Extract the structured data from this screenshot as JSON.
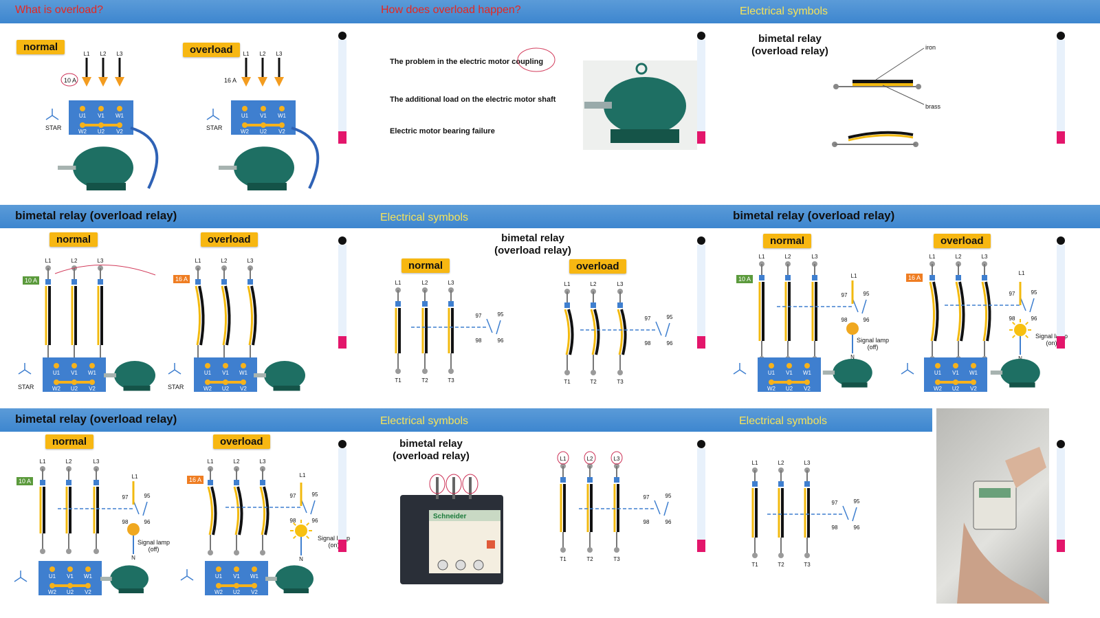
{
  "panels": {
    "p1": {
      "title": "What is overload?",
      "normal": "normal",
      "overload": "overload",
      "amp_normal": "10 A",
      "amp_overload": "16 A",
      "star": "STAR",
      "lines": [
        "L1",
        "L2",
        "L3"
      ],
      "terminals_top": [
        "U1",
        "V1",
        "W1"
      ],
      "terminals_bot": [
        "W2",
        "U2",
        "V2"
      ]
    },
    "p2": {
      "title": "How does overload happen?",
      "reasons": [
        "The problem in the electric motor coupling",
        "The additional load on the electric motor shaft",
        "Electric motor bearing failure"
      ]
    },
    "p3": {
      "title": "Electrical symbols",
      "relay_title": "bimetal relay\n(overload relay)",
      "iron": "iron",
      "brass": "brass"
    },
    "p4": {
      "title": "bimetal relay (overload relay)",
      "normal": "normal",
      "overload": "overload",
      "amp_normal": "10 A",
      "amp_overload": "16 A",
      "star": "STAR"
    },
    "p5": {
      "title": "Electrical symbols",
      "relay_title": "bimetal relay\n(overload relay)",
      "normal": "normal",
      "overload": "overload",
      "t_labels": [
        "T1",
        "T2",
        "T3"
      ],
      "contacts": [
        "97",
        "95",
        "98",
        "96"
      ]
    },
    "p6": {
      "title": "bimetal relay (overload relay)",
      "normal": "normal",
      "overload": "overload",
      "amp_normal": "10 A",
      "amp_overload": "16 A",
      "lamp_off": "Signal lamp\n(off)",
      "lamp_on": "Signal lamp\n(on)",
      "n": "N"
    },
    "p7": {
      "title": "bimetal relay (overload relay)",
      "normal": "normal",
      "overload": "overload",
      "amp_normal": "10 A",
      "amp_overload": "16 A",
      "lamp_off": "Signal lamp\n(off)",
      "lamp_on": "Signal lamp\n(on)"
    },
    "p8": {
      "title": "Electrical symbols",
      "relay_title": "bimetal relay\n(overload relay)",
      "brand": "Schneider"
    },
    "p9": {
      "title": "Electrical symbols"
    }
  },
  "colors": {
    "header_blue": "#3d86cf",
    "badge_yellow": "#f7b712",
    "arrow_orange": "#f39c1f",
    "terminal_blue": "#3f7fcf",
    "green_amp": "#5b9a3c",
    "orange_amp": "#ef7d22",
    "motor_green": "#1e6f63"
  }
}
